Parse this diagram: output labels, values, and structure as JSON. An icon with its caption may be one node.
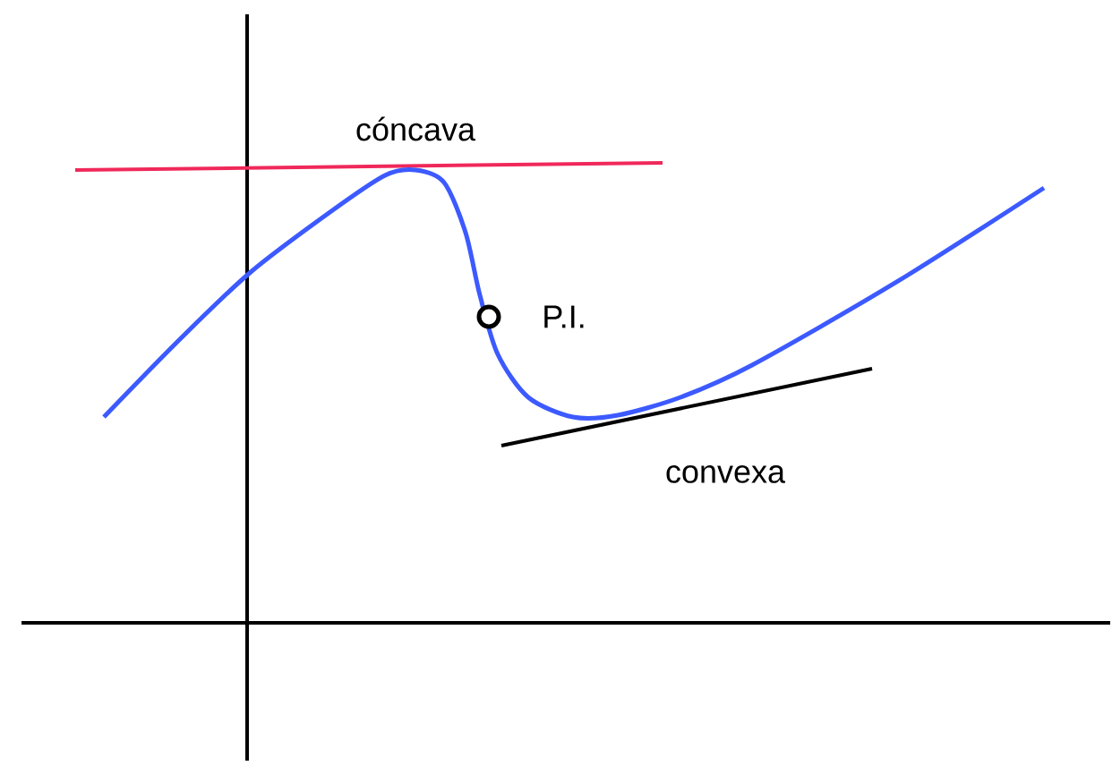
{
  "diagram": {
    "labels": [
      "cóncava",
      "P.I.",
      "convexa"
    ]
  }
}
